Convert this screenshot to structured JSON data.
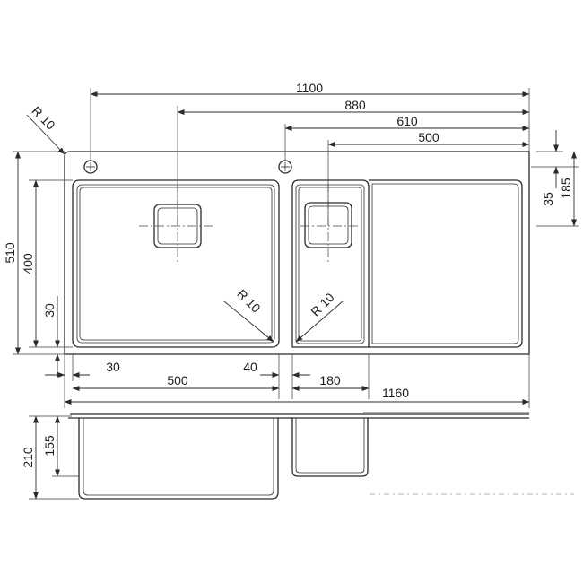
{
  "drawing": {
    "overall_width": "1100",
    "bowl_axis_to_edge": "880",
    "second_hole_to_edge": "610",
    "small_bowl_axis_to_edge": "500",
    "total_width": "1160",
    "total_depth": "510",
    "bowl_depth": "400",
    "bowl_front_offset": "30",
    "hole_offset": "35",
    "bowl_axis_depth": "185",
    "large_bowl_edge": "30",
    "large_bowl_width": "500",
    "bowl_gap": "40",
    "small_bowl_width": "180",
    "large_bowl_height": "210",
    "small_bowl_height": "155",
    "corner_radius_outer": "R 10",
    "corner_radius_large": "R 10",
    "corner_radius_small": "R 10"
  }
}
